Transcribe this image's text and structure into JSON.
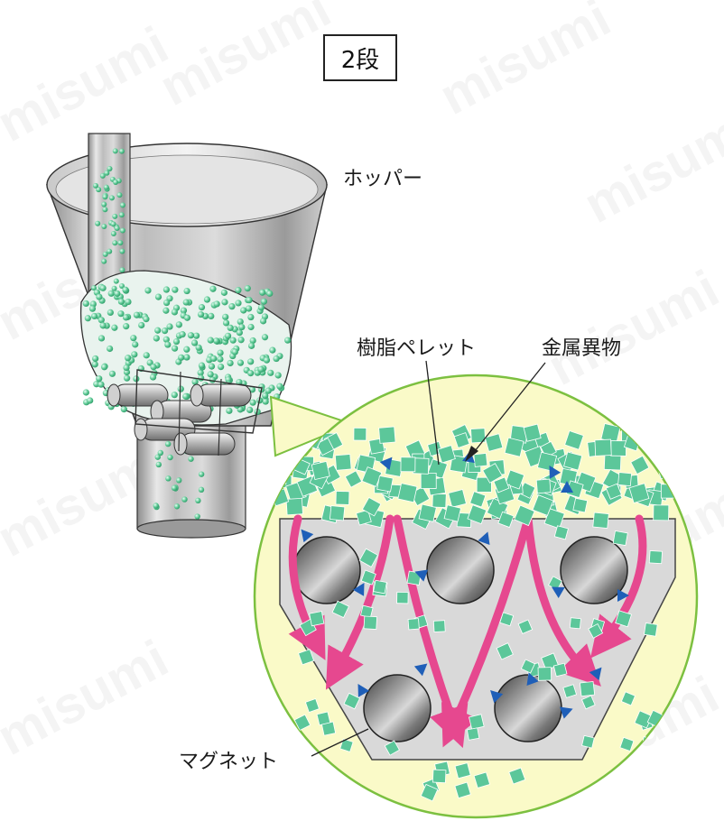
{
  "title": "2段",
  "labels": {
    "hopper": "ホッパー",
    "pellet": "樹脂ペレット",
    "foreign": "金属異物",
    "magnet": "マグネット"
  },
  "watermark": "misumi",
  "colors": {
    "pellet_green": "#5cc79a",
    "flow_arrow": "#e6488f",
    "foreign_marker": "#1f5fb8",
    "zoom_circle_fill": "#fafac8",
    "zoom_circle_border": "#7cc040",
    "magnet_steel": "#6d6d6d"
  },
  "icons": [
    "pellet-square",
    "metal-triangle",
    "magnet-cylinder",
    "flow-arrow"
  ]
}
